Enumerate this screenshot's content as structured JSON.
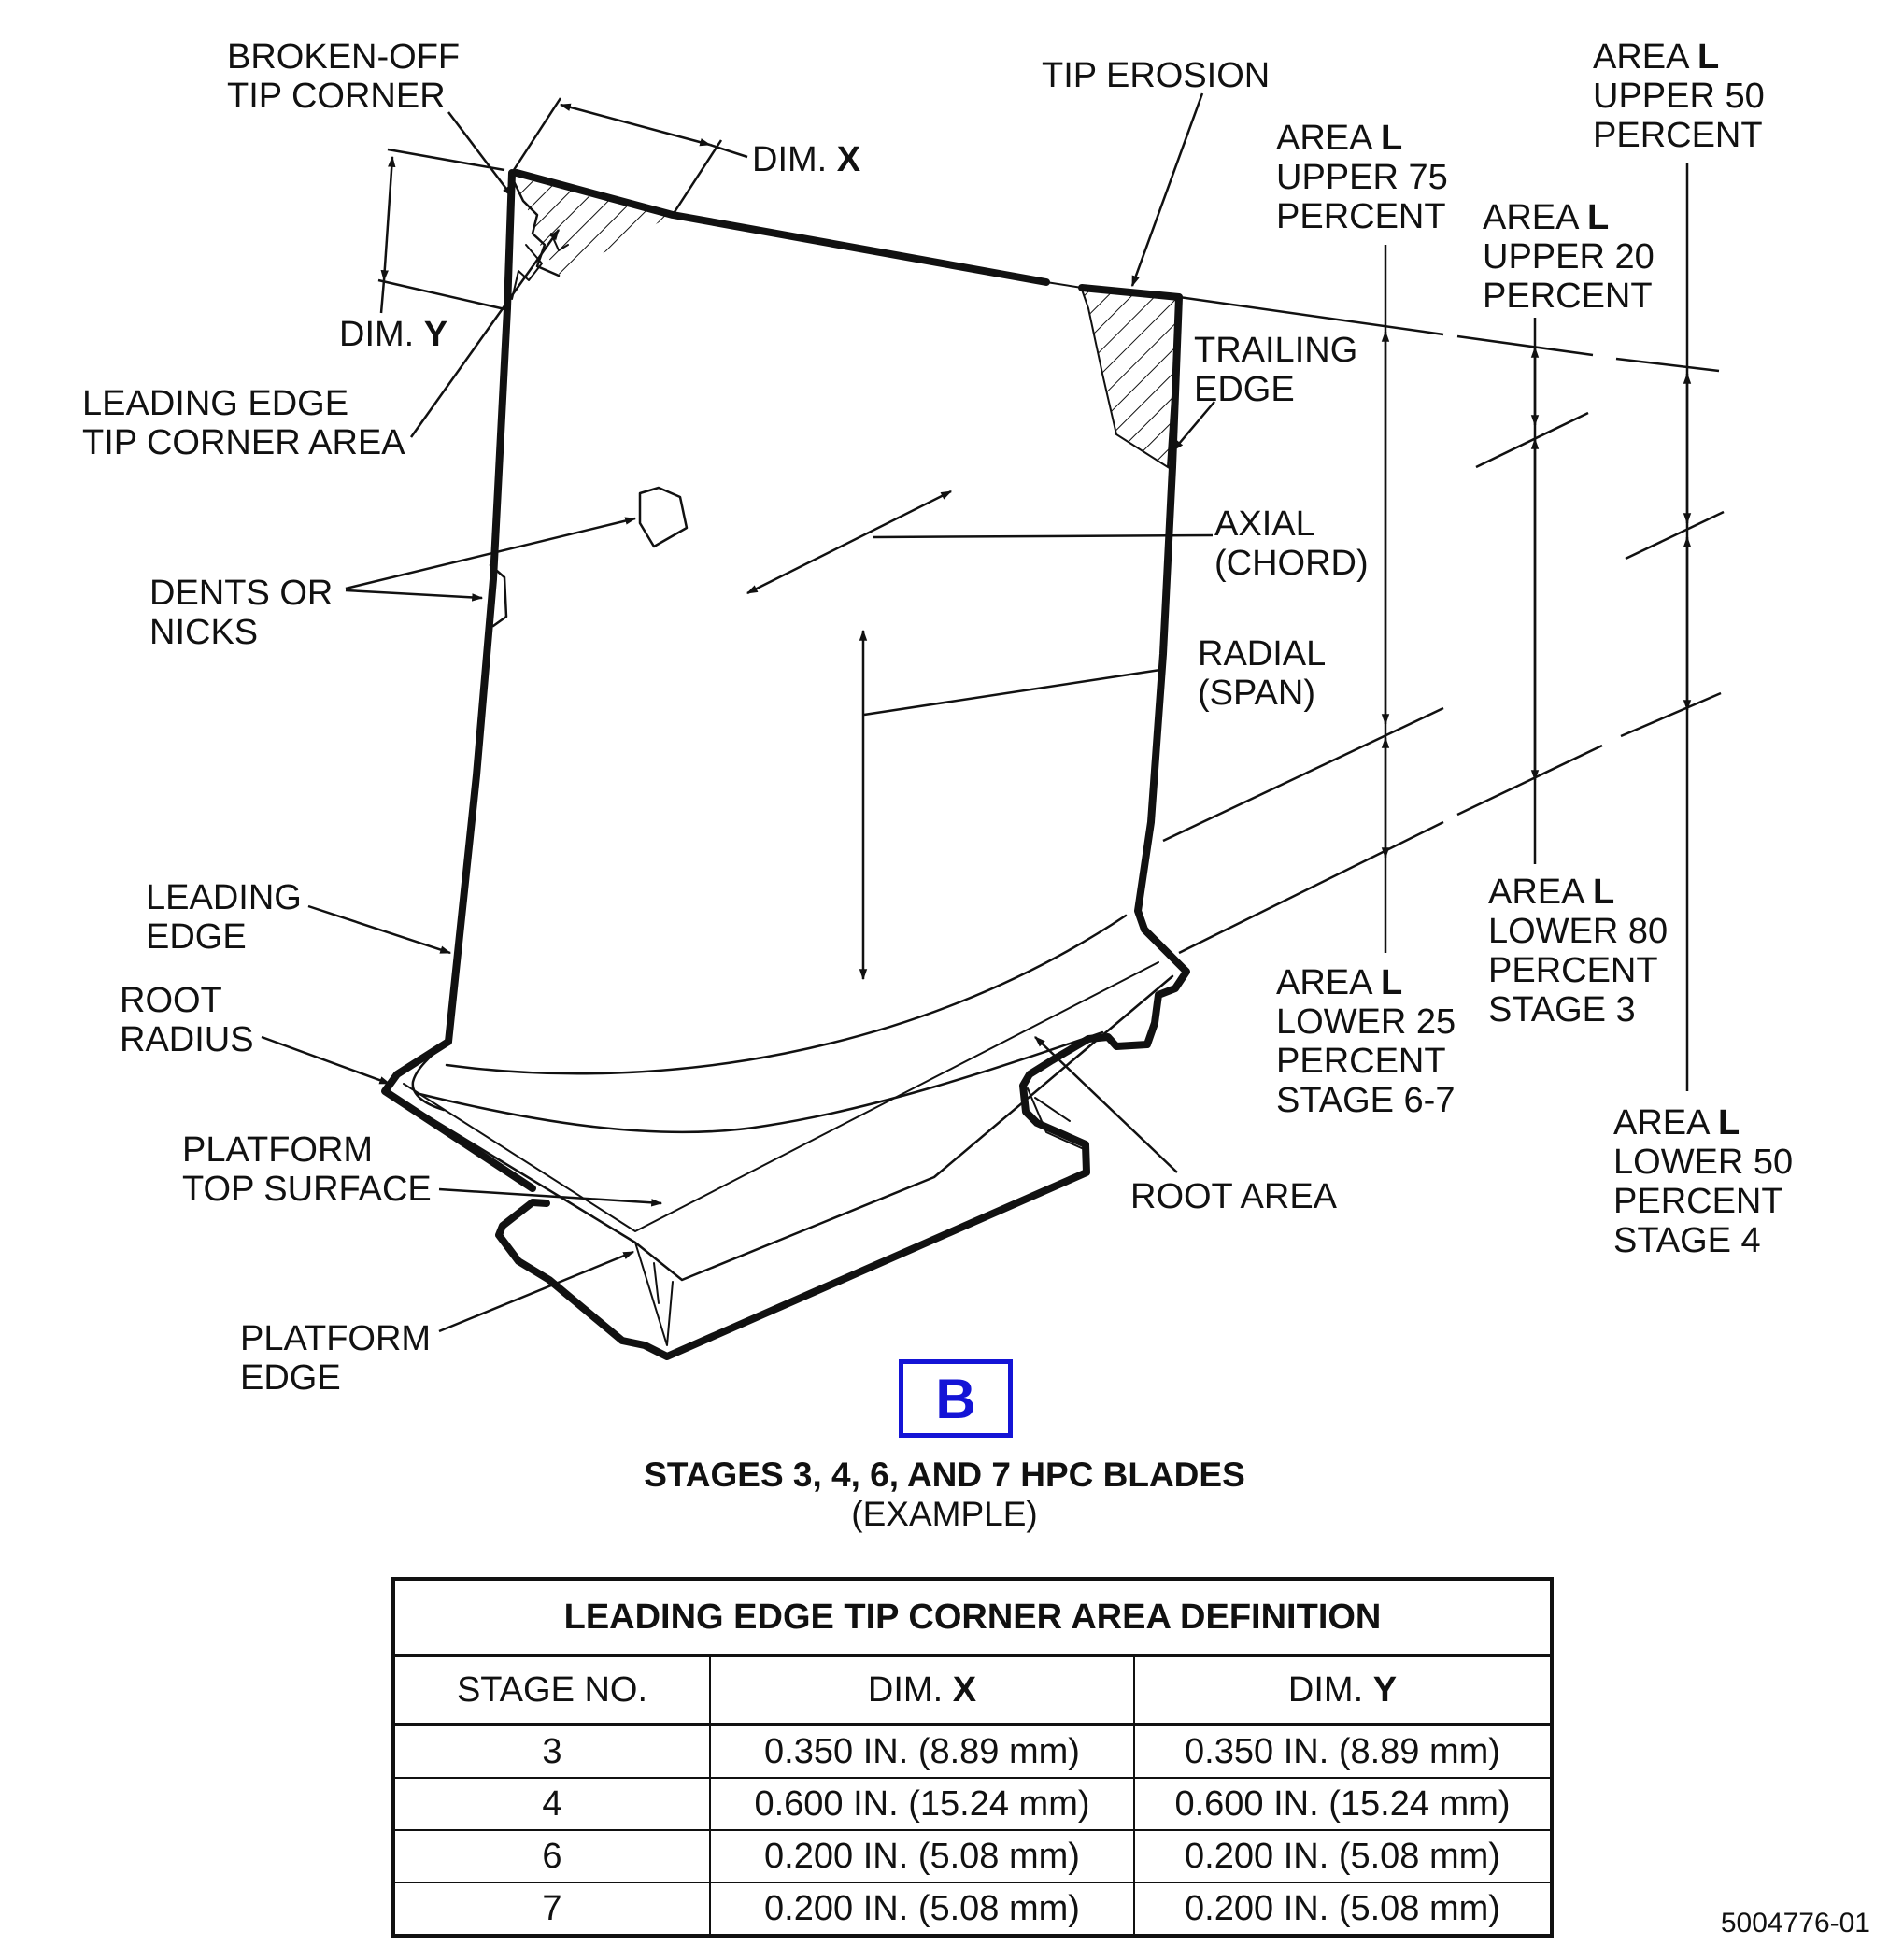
{
  "labels": {
    "broken_off_1": "BROKEN-OFF",
    "broken_off_2": "TIP CORNER",
    "dim_prefix": "DIM.",
    "dim_x_letter": "X",
    "dim_y_letter": "Y",
    "le_tip_1": "LEADING EDGE",
    "le_tip_2": "TIP CORNER AREA",
    "dents_1": "DENTS OR",
    "dents_2": "NICKS",
    "leading_edge_1": "LEADING",
    "leading_edge_2": "EDGE",
    "root_radius_1": "ROOT",
    "root_radius_2": "RADIUS",
    "platform_top_1": "PLATFORM",
    "platform_top_2": "TOP SURFACE",
    "platform_edge_1": "PLATFORM",
    "platform_edge_2": "EDGE",
    "tip_erosion": "TIP EROSION",
    "trailing_edge_1": "TRAILING",
    "trailing_edge_2": "EDGE",
    "axial_1": "AXIAL",
    "axial_2": "(CHORD)",
    "radial_1": "RADIAL",
    "radial_2": "(SPAN)",
    "root_area": "ROOT AREA",
    "area_word": "AREA",
    "area_letter": "L",
    "up75_1": "UPPER 75",
    "up75_2": "PERCENT",
    "up20_1": "UPPER 20",
    "up20_2": "PERCENT",
    "up50_1": "UPPER 50",
    "up50_2": "PERCENT",
    "low25_1": "LOWER 25",
    "low25_2": "PERCENT",
    "low25_3": "STAGE 6-7",
    "low80_1": "LOWER 80",
    "low80_2": "PERCENT",
    "low80_3": "STAGE 3",
    "low50_1": "LOWER 50",
    "low50_2": "PERCENT",
    "low50_3": "STAGE 4"
  },
  "detail_letter": "B",
  "caption": {
    "title": "STAGES 3, 4, 6, AND 7 HPC BLADES",
    "subtitle": "(EXAMPLE)"
  },
  "table": {
    "title": "LEADING EDGE TIP CORNER AREA DEFINITION",
    "col_stage": "STAGE NO.",
    "col_dim_prefix": "DIM.",
    "col_x": "X",
    "col_y": "Y",
    "rows": [
      {
        "stage": "3",
        "x": "0.350 IN. (8.89 mm)",
        "y": "0.350 IN. (8.89 mm)"
      },
      {
        "stage": "4",
        "x": "0.600 IN. (15.24 mm)",
        "y": "0.600 IN. (15.24 mm)"
      },
      {
        "stage": "6",
        "x": "0.200 IN. (5.08 mm)",
        "y": "0.200 IN. (5.08 mm)"
      },
      {
        "stage": "7",
        "x": "0.200 IN. (5.08 mm)",
        "y": "0.200 IN. (5.08 mm)"
      }
    ]
  },
  "reference_number": "5004776-01",
  "colors": {
    "line": "#111111",
    "detail_accent": "#1414d6",
    "background": "#ffffff"
  }
}
